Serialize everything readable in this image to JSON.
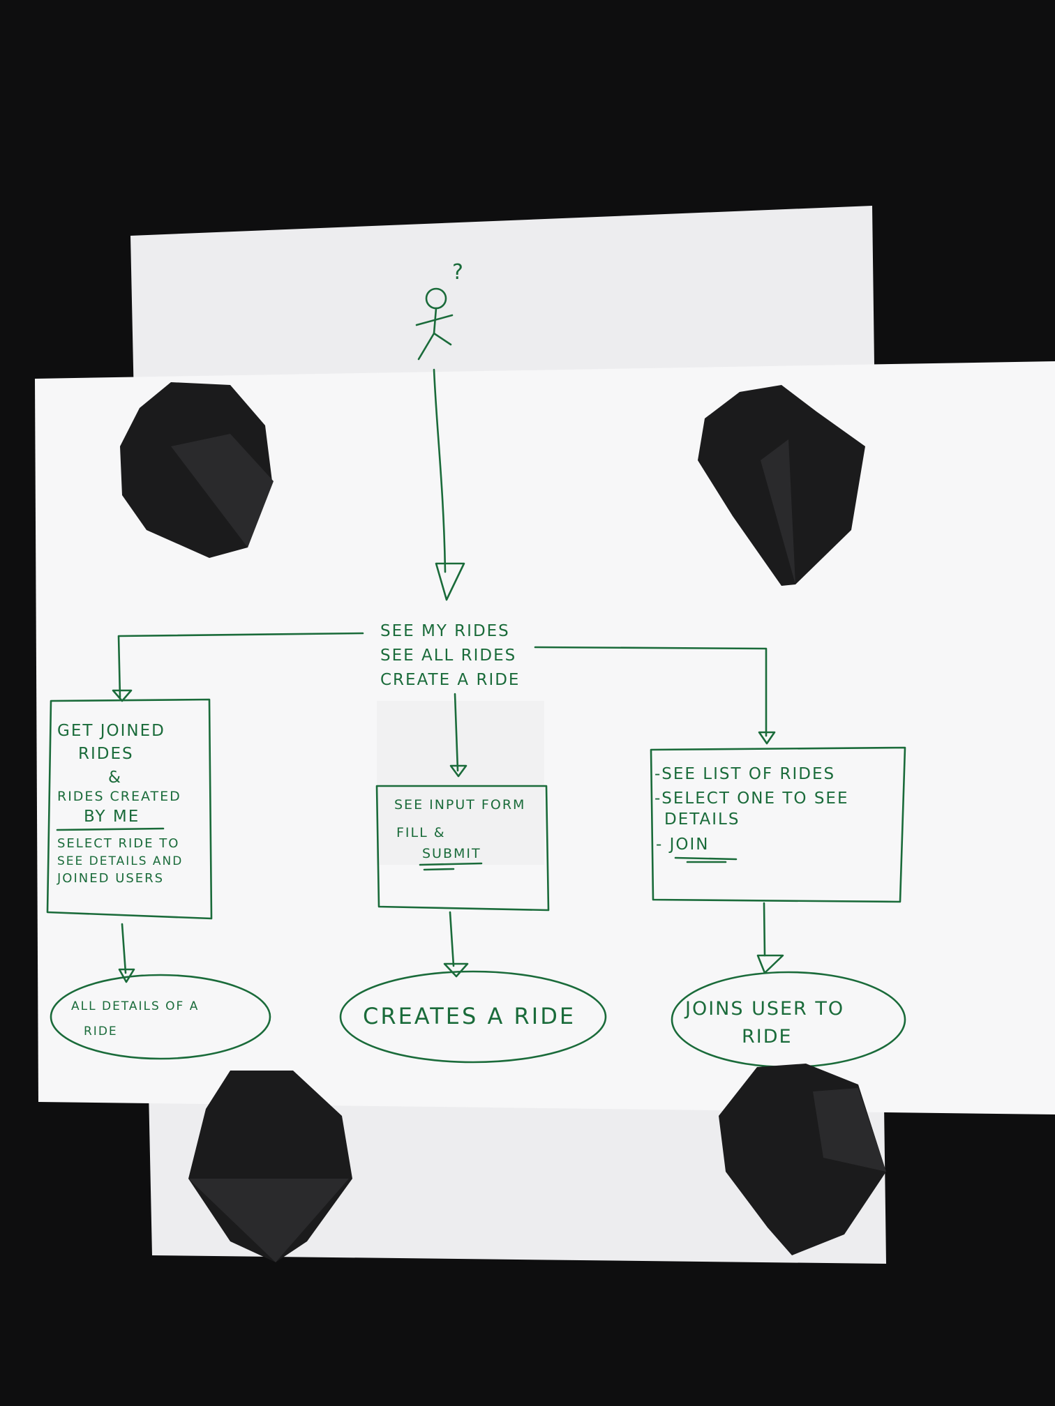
{
  "diagram": {
    "colors": {
      "background": "#0e0e0f",
      "paper": "#f7f7f8",
      "ink": "#1a6b3a",
      "magnet": "#1b1b1c"
    },
    "actor_icon": "stick-figure-question-icon",
    "actor_mark": "?",
    "menu": {
      "line1": "SEE MY RIDES",
      "line2": "SEE ALL RIDES",
      "line3": "CREATE A RIDE"
    },
    "left_box": {
      "line1": "GET JOINED",
      "line2": "RIDES",
      "line3": "&",
      "line4": "RIDES CREATED",
      "line5": "BY ME",
      "line6": "SELECT RIDE TO",
      "line7": "SEE DETAILS AND",
      "line8": "JOINED USERS"
    },
    "center_box": {
      "line1": "SEE INPUT FORM",
      "line2": "FILL &",
      "line3": "SUBMIT"
    },
    "right_box": {
      "line1": "-SEE LIST OF RIDES",
      "line2": "-SELECT ONE TO SEE",
      "line3": "DETAILS",
      "line4": "- JOIN"
    },
    "left_result": {
      "line1": "ALL DETAILS OF A",
      "line2": "RIDE"
    },
    "center_result": {
      "line1": "CREATES A RIDE"
    },
    "right_result": {
      "line1": "JOINS USER TO",
      "line2": "RIDE"
    }
  }
}
